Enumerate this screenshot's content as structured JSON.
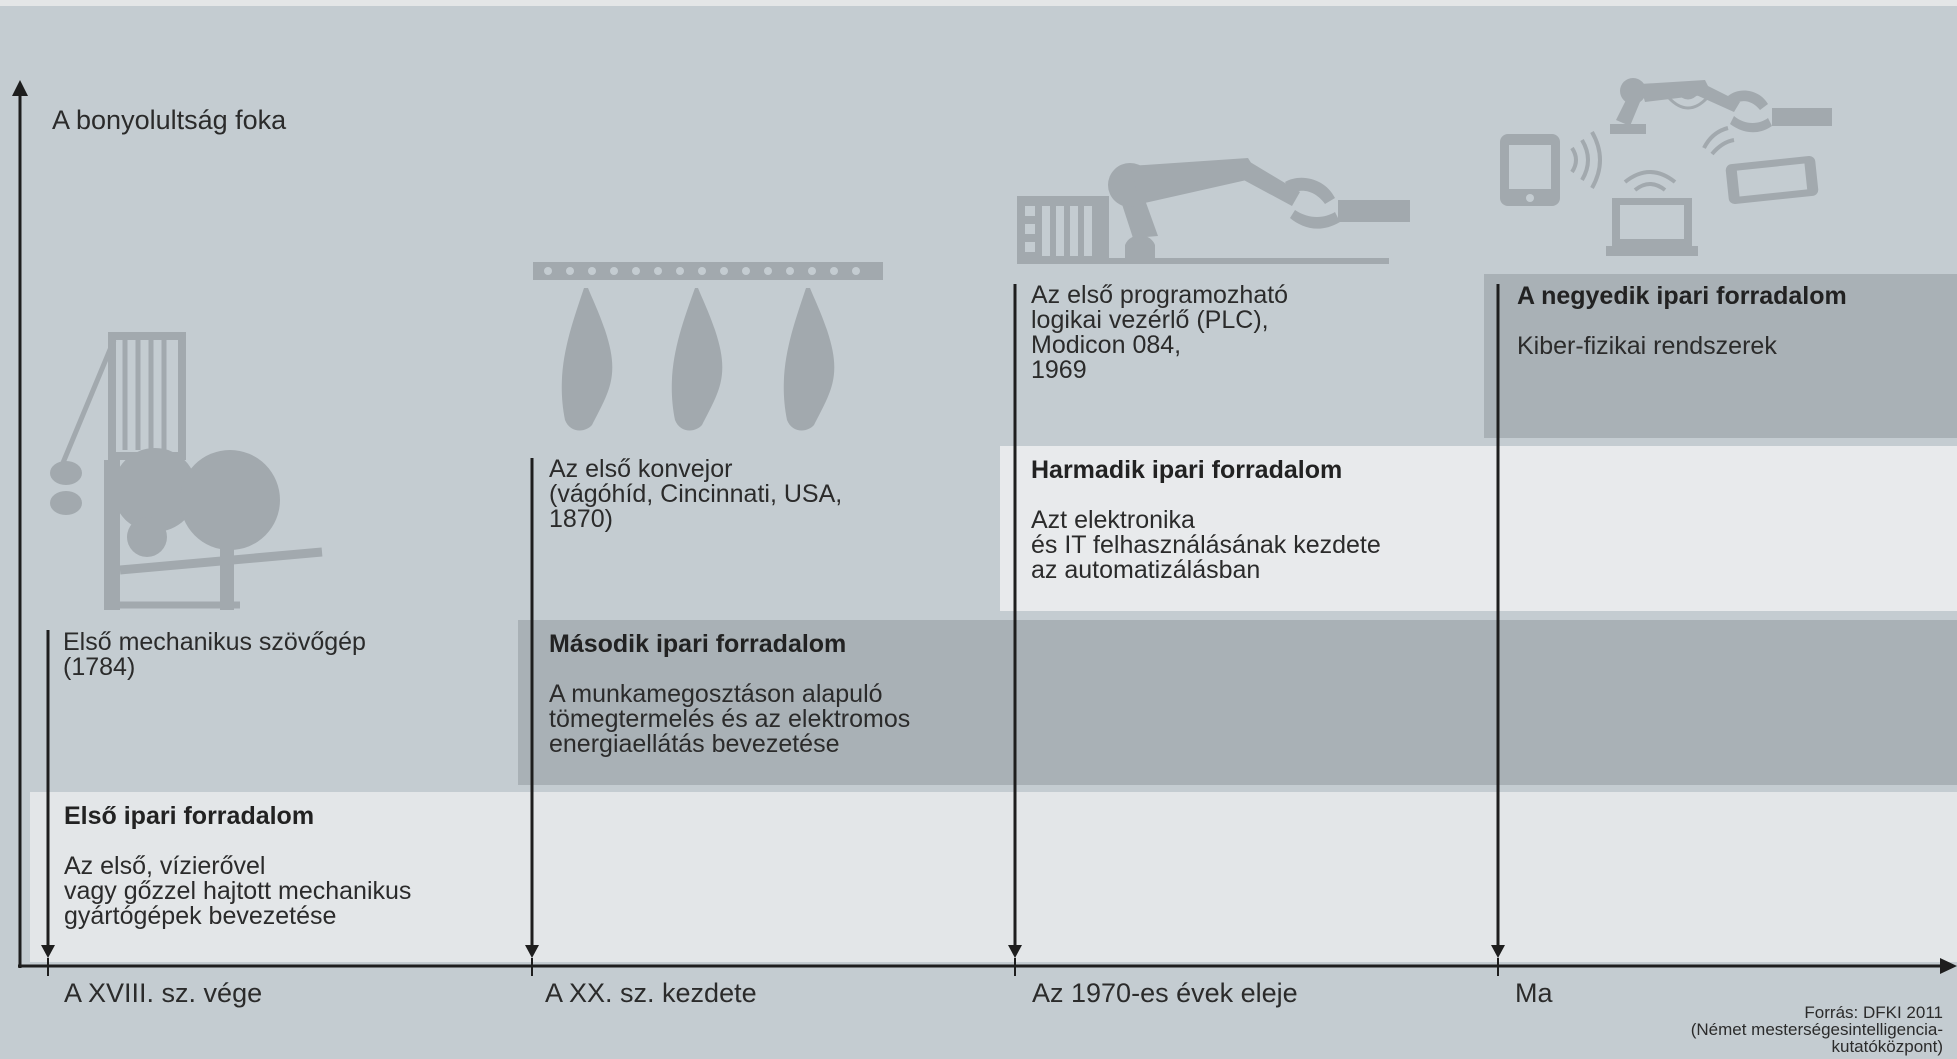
{
  "axis": {
    "y_label": "A bonyolultság foka",
    "x_labels": [
      "A XVIII. sz. vége",
      "A XX. sz. kezdete",
      "Az 1970-es évek eleje",
      "Ma"
    ]
  },
  "revolutions": [
    {
      "title": "Első ipari forradalom",
      "description": "Az első, vízierővel\nvagy gőzzel hajtott mechanikus\ngyártógépek bevezetése",
      "milestone": "Első mechanikus szövőgép\n(1784)",
      "illustration": "loom-icon",
      "band_color": "#e3e6e8"
    },
    {
      "title": "Második ipari forradalom",
      "description": "A munkamegosztáson alapuló\ntömegtermelés és az elektromos\nenergiaellátás bevezetése",
      "milestone": "Az első konvejor\n(vágóhíd, Cincinnati, USA,\n1870)",
      "illustration": "conveyor-icon",
      "band_color": "#a9b1b6"
    },
    {
      "title": "Harmadik ipari forradalom",
      "description": "Azt elektronika\nés IT felhasználásának kezdete\naz automatizálásban",
      "milestone": "Az első programozható\nlogikai vezérlő (PLC),\nModicon 084,\n1969",
      "illustration": "robot-arm-icon",
      "band_color": "#e8eaec"
    },
    {
      "title": "A negyedik ipari forradalom",
      "description": "Kiber-fizikai rendszerek",
      "milestone": "",
      "illustration": "cyber-physical-devices-icon",
      "band_color": "#a9b1b6"
    }
  ],
  "source": "Forrás: DFKI 2011\n(Német mesterségesintelligencia-\nkutatóközpont)",
  "colors": {
    "background": "#c4ccd1",
    "axis": "#1e1e1e",
    "illustration": "#a2a9ae"
  }
}
